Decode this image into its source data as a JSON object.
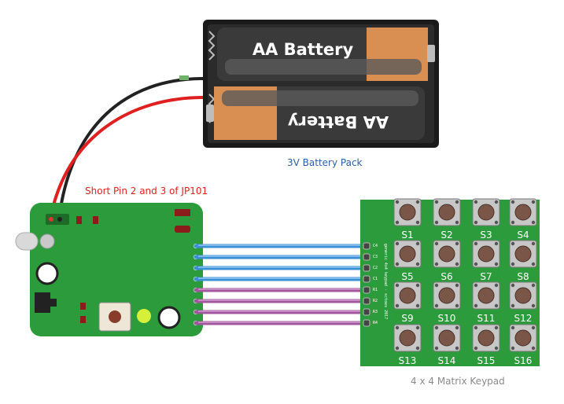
{
  "battery": {
    "cell_label": "AA Battery",
    "caption": "3V Battery Pack",
    "caption_color": "#2a5fa8"
  },
  "note": {
    "text": "Short Pin 2 and 3 of JP101",
    "color": "#e0221f"
  },
  "keypad": {
    "caption": "4 x 4 Matrix Keypad",
    "silkscreen": "generic 4x4 keypad - sctoes 2017",
    "pins": [
      "C4",
      "C3",
      "C2",
      "C1",
      "R1",
      "R2",
      "R3",
      "R4"
    ],
    "keys": [
      "S1",
      "S2",
      "S3",
      "S4",
      "S5",
      "S6",
      "S7",
      "S8",
      "S9",
      "S10",
      "S11",
      "S12",
      "S13",
      "S14",
      "S15",
      "S16"
    ]
  },
  "colors": {
    "pcb_green": "#2c9b3b",
    "wire_blue": "#3a8fd6",
    "wire_purple": "#a1579e",
    "wire_red": "#e02020",
    "wire_black": "#222222"
  }
}
